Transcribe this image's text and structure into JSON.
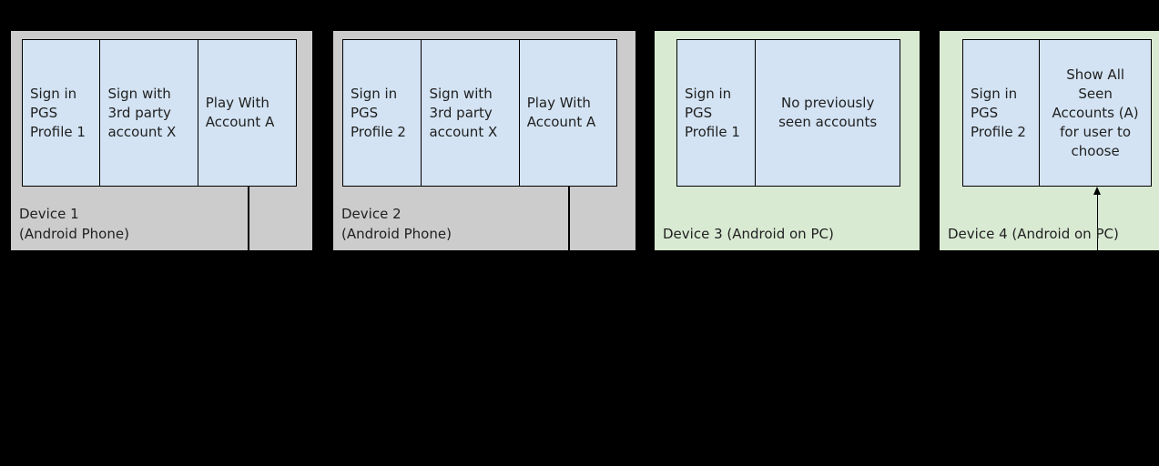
{
  "colors": {
    "background": "#000000",
    "phone_device_bg": "#cccccc",
    "pc_device_bg": "#d9ead3",
    "step_box_bg": "#d3e3f3",
    "border": "#000000",
    "text": "#1f1f1f"
  },
  "devices": [
    {
      "label": [
        "Device 1",
        "(Android Phone)"
      ],
      "kind": "android-phone",
      "steps": [
        [
          "Sign in",
          "PGS",
          "Profile 1"
        ],
        [
          "Sign with",
          "3rd party",
          "account X"
        ],
        [
          "Play With",
          "Account A"
        ]
      ]
    },
    {
      "label": [
        "Device 2",
        "(Android Phone)"
      ],
      "kind": "android-phone",
      "steps": [
        [
          "Sign in",
          "PGS",
          "Profile 2"
        ],
        [
          "Sign with",
          "3rd party",
          "account X"
        ],
        [
          "Play With",
          "Account A"
        ]
      ]
    },
    {
      "label": [
        "Device 3 (Android on PC)"
      ],
      "kind": "android-on-pc",
      "steps": [
        [
          "Sign in",
          "PGS",
          "Profile 1"
        ],
        [
          "No previously",
          "seen accounts"
        ]
      ]
    },
    {
      "label": [
        "Device 4 (Android on PC)"
      ],
      "kind": "android-on-pc",
      "steps": [
        [
          "Sign in",
          "PGS",
          "Profile 2"
        ],
        [
          "Show All",
          "Seen",
          "Accounts (A)",
          "for user to",
          "choose"
        ]
      ]
    }
  ]
}
